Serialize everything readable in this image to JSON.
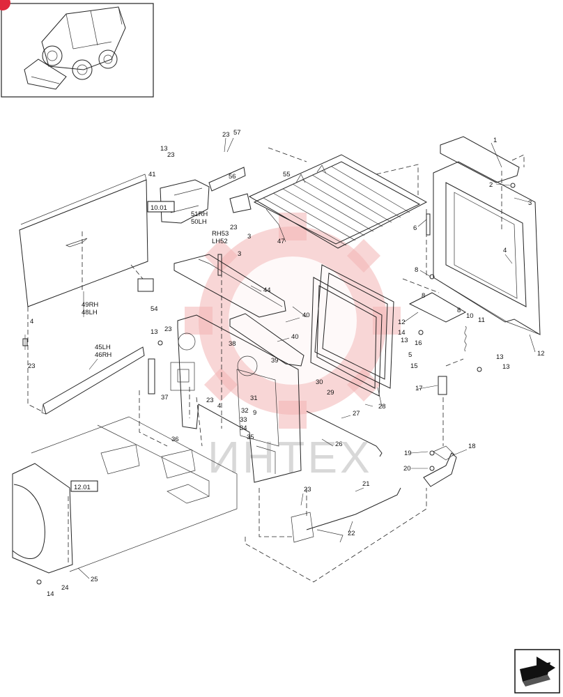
{
  "references": [
    "10.01",
    "12.01"
  ],
  "callouts": [
    "1",
    "2",
    "3",
    "3",
    "3",
    "4",
    "4",
    "4",
    "5",
    "6",
    "8",
    "8",
    "8",
    "9",
    "10",
    "11",
    "12",
    "12",
    "13",
    "13",
    "13",
    "13",
    "13",
    "14",
    "14",
    "15",
    "16",
    "17",
    "18",
    "19",
    "20",
    "21",
    "22",
    "23",
    "23",
    "23",
    "23",
    "23",
    "23",
    "23",
    "24",
    "25",
    "26",
    "27",
    "28",
    "29",
    "30",
    "31",
    "32",
    "33",
    "34",
    "35",
    "36",
    "37",
    "38",
    "39",
    "40",
    "40",
    "41",
    "44",
    "47",
    "54",
    "55",
    "56",
    "57"
  ],
  "side_labels": {
    "lbl_51": "51RH",
    "lbl_50": "50LH",
    "lbl_53": "RH53",
    "lbl_52": "LH52",
    "lbl_49": "49RH",
    "lbl_48": "48LH",
    "lbl_45": "45LH",
    "lbl_46": "46RH"
  },
  "watermark_text": "ИHTEX",
  "colors": {
    "line": "#222222",
    "watermark": "#f2b5b5",
    "badge": "#e0283c"
  },
  "icons": {
    "machine": "skid-steer-loader-thumbnail",
    "next": "next-page-arrow-icon"
  }
}
